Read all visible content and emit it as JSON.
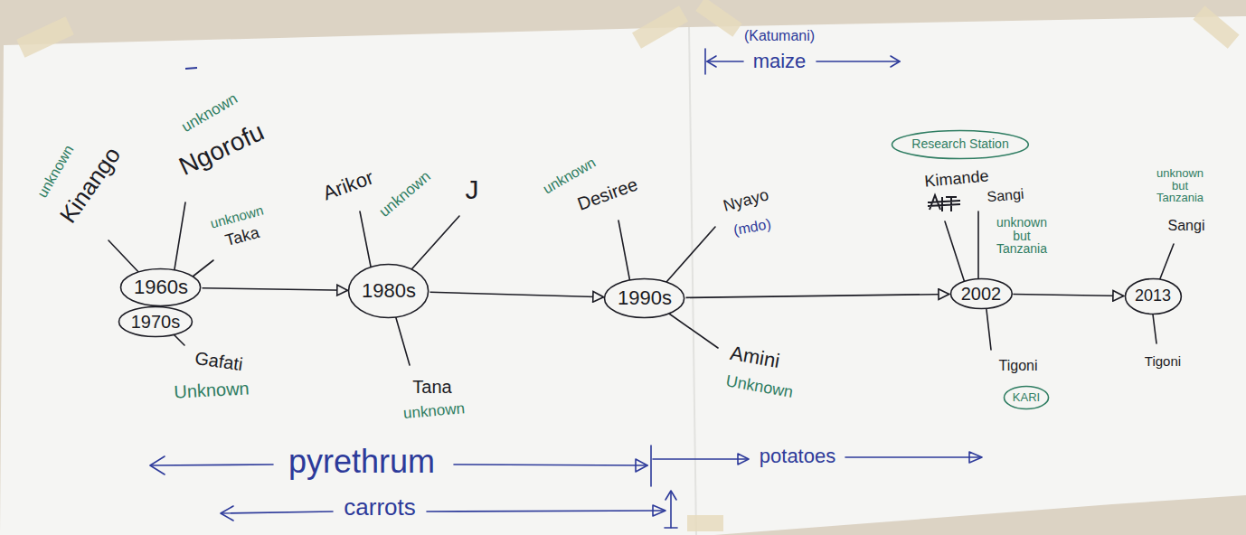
{
  "diagram": {
    "nodes": [
      {
        "text": [
          "1960s"
        ]
      },
      {
        "text": [
          "1970s"
        ]
      },
      {
        "text": [
          "1980s"
        ]
      },
      {
        "text": [
          "1990s"
        ]
      },
      {
        "text": [
          "Research Station"
        ]
      },
      {
        "text": [
          "2002"
        ]
      },
      {
        "text": [
          "KARI"
        ]
      },
      {
        "text": [
          "2013"
        ]
      }
    ],
    "edges": [
      {
        "from": 0,
        "to": 2,
        "arrow": "to"
      },
      {
        "from": 2,
        "to": 3,
        "arrow": "to"
      },
      {
        "from": 3,
        "to": 5,
        "arrow": "to"
      },
      {
        "from": 5,
        "to": 7,
        "arrow": "to"
      }
    ],
    "labels": [
      "(Katumani)",
      "maize",
      "unknown",
      "Kinango",
      "unknown",
      "Ngorofu",
      "unknown",
      "Taka",
      "Gafati",
      "Unknown",
      "Arikor",
      "unknown",
      "J",
      "Tana",
      "unknown",
      "unknown",
      "Desiree",
      "Nyayo",
      "(mdo)",
      "Amini",
      "Unknown",
      "Kimande",
      "Sangi",
      "unknown but Tanzania",
      "Tigoni",
      "unknown but Tanzania",
      "Sangi",
      "Tigoni",
      "pyrethrum",
      "potatoes",
      "carrots"
    ]
  }
}
